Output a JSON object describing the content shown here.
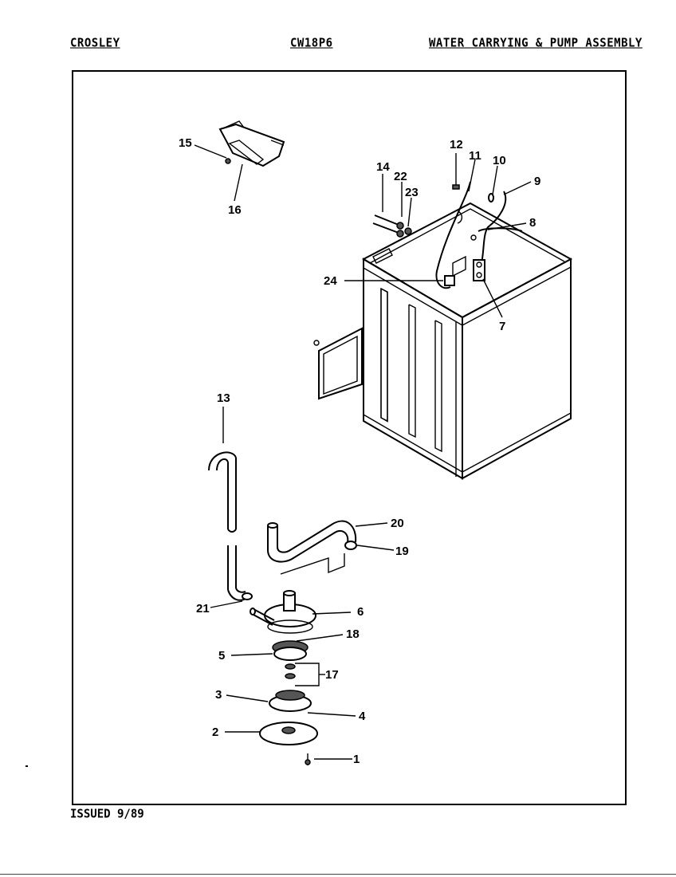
{
  "header": {
    "brand": "CROSLEY",
    "model": "CW18P6",
    "section": "WATER CARRYING & PUMP ASSEMBLY"
  },
  "footer": {
    "issued": "ISSUED 9/89"
  },
  "callouts": [
    "1",
    "2",
    "3",
    "4",
    "5",
    "6",
    "7",
    "8",
    "9",
    "10",
    "11",
    "12",
    "13",
    "14",
    "15",
    "16",
    "17",
    "18",
    "19",
    "20",
    "21",
    "22",
    "23",
    "24"
  ]
}
